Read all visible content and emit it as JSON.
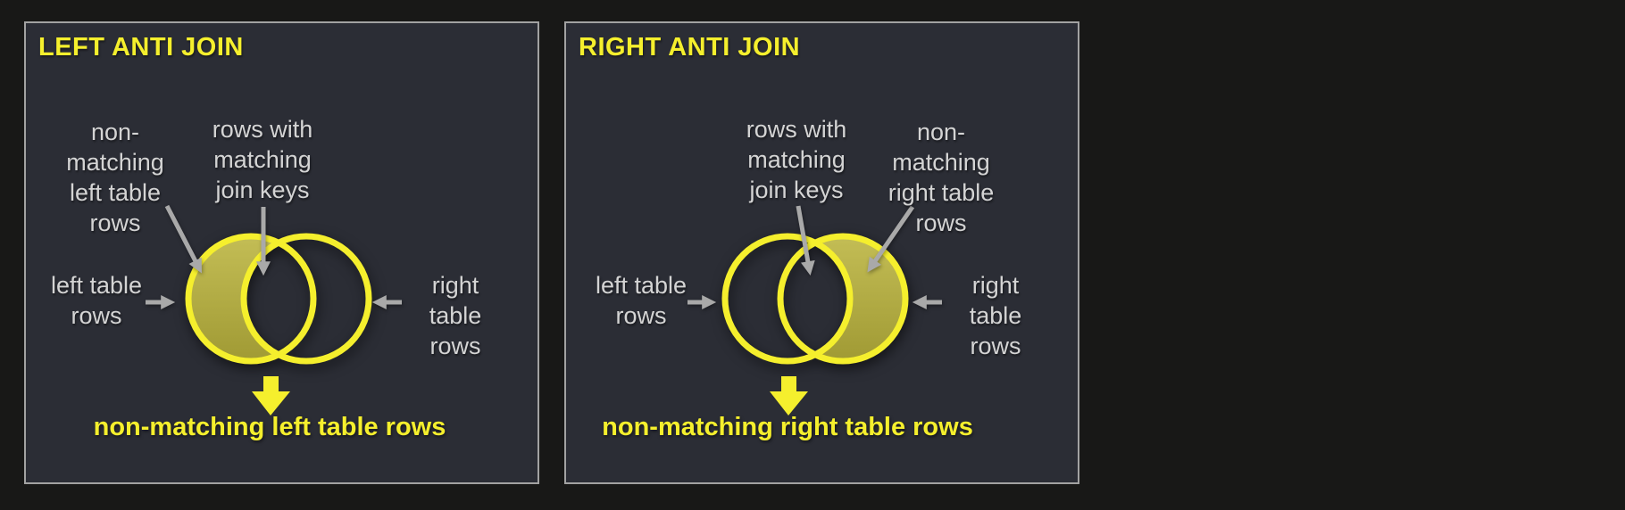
{
  "colors": {
    "page_background": "#181817",
    "panel_background": "#2b2d35",
    "panel_border": "#a2a2a2",
    "accent_yellow": "#f5ef2d",
    "crescent_fill_top": "#c3bd55",
    "crescent_fill_bottom": "#a09a34",
    "label_gray": "#d4d4d4",
    "arrow_gray": "#a9a9a9"
  },
  "panels": [
    {
      "title": "LEFT ANTI JOIN",
      "highlight": "left-circle-exclusive",
      "labels": {
        "non_matching": "non-\nmatching\nleft table\nrows",
        "matching": "rows with\nmatching\njoin keys",
        "left_table": "left table\nrows",
        "right_table": "right table\nrows"
      },
      "caption": "non-matching left table rows"
    },
    {
      "title": "RIGHT ANTI JOIN",
      "highlight": "right-circle-exclusive",
      "labels": {
        "matching": "rows with\nmatching\njoin keys",
        "non_matching": "non-\nmatching\nright table\nrows",
        "left_table": "left table\nrows",
        "right_table": "right table\nrows"
      },
      "caption": "non-matching right table rows"
    }
  ]
}
